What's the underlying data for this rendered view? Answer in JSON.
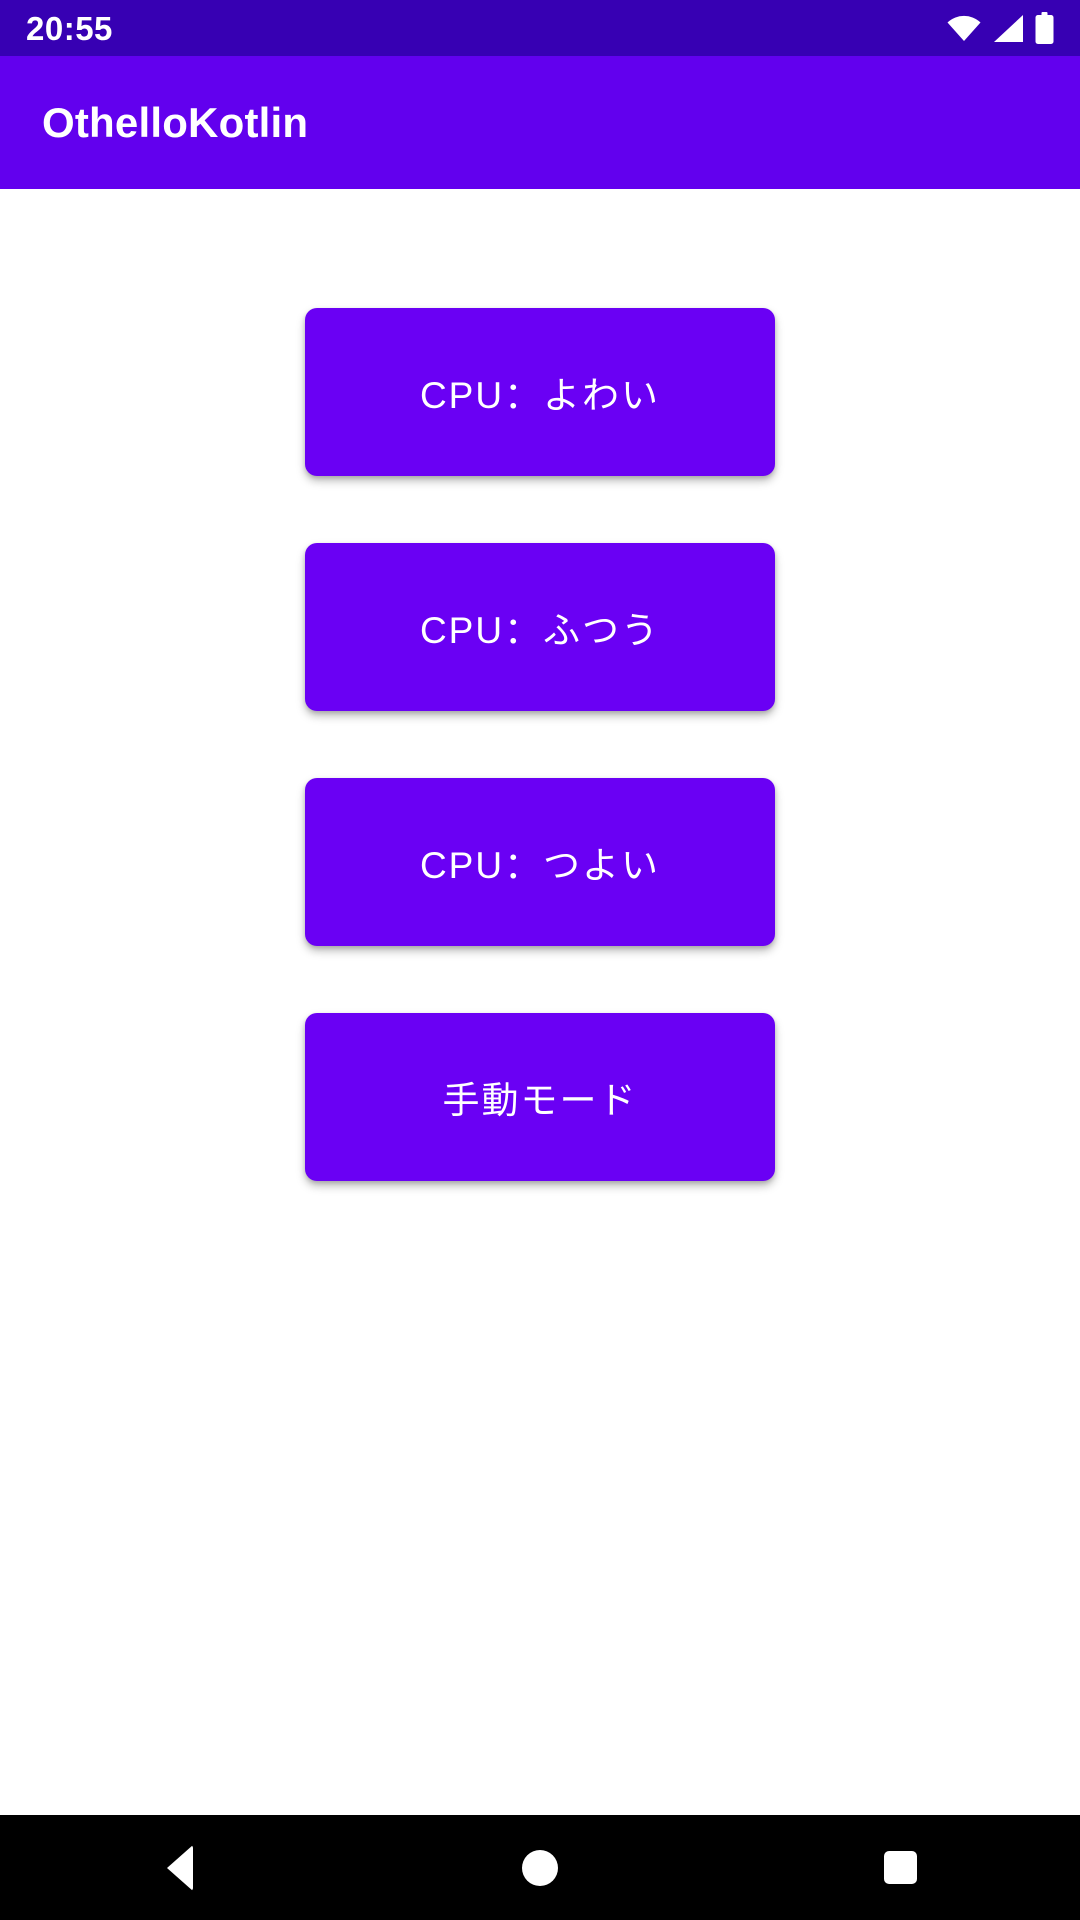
{
  "status_bar": {
    "clock": "20:55",
    "icons": [
      "wifi-icon",
      "signal-icon",
      "battery-icon"
    ],
    "background_color": "#3700B3",
    "foreground_color": "#FFFFFF"
  },
  "app_bar": {
    "title": "OthelloKotlin",
    "background_color": "#6200EE",
    "text_color": "#FFFFFF"
  },
  "main": {
    "background_color": "#FFFFFF",
    "buttons": [
      {
        "label": "CPU：よわい",
        "name": "cpu-weak-button"
      },
      {
        "label": "CPU：ふつう",
        "name": "cpu-normal-button"
      },
      {
        "label": "CPU：つよい",
        "name": "cpu-strong-button"
      },
      {
        "label": "手動モード",
        "name": "manual-mode-button"
      }
    ],
    "button_color": "#6A00F4",
    "button_text_color": "#FFFFFF"
  },
  "nav_bar": {
    "background_color": "#000000",
    "items": [
      {
        "name": "back-icon",
        "label": "Back"
      },
      {
        "name": "home-icon",
        "label": "Home"
      },
      {
        "name": "recents-icon",
        "label": "Recents"
      }
    ]
  }
}
